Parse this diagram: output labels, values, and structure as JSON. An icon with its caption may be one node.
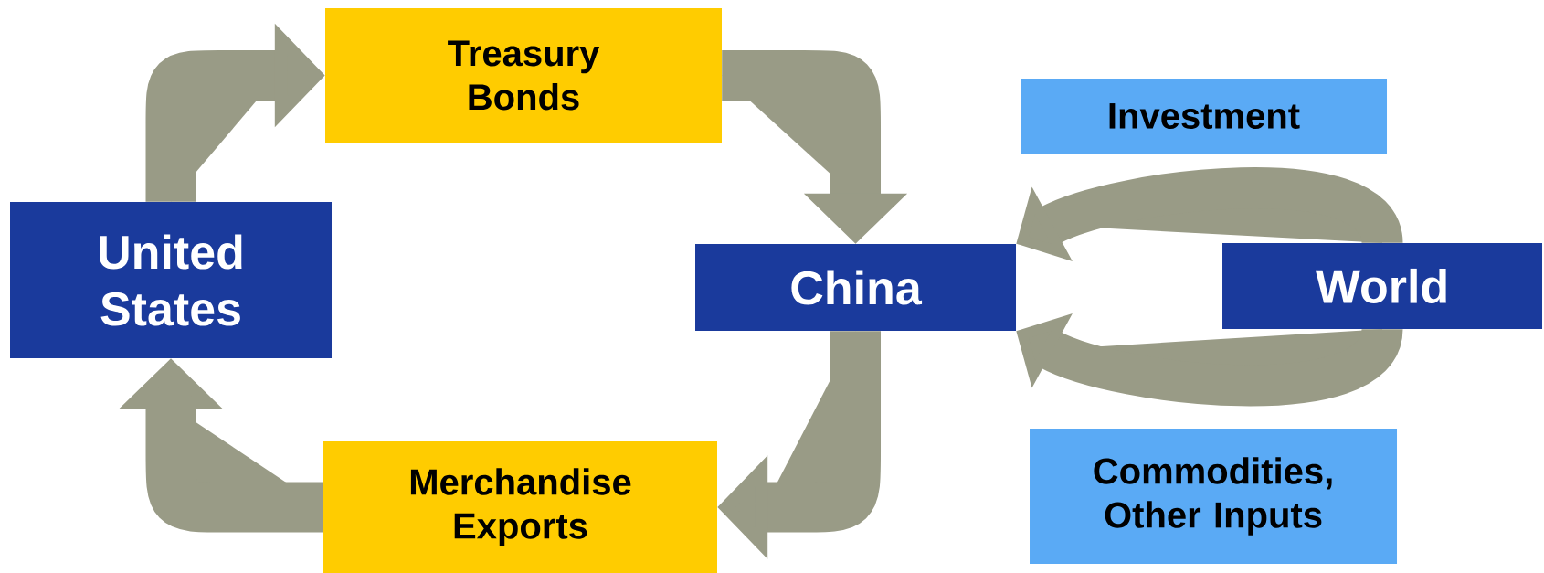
{
  "diagram": {
    "nodes": [
      {
        "text": [
          "Treasury Bonds"
        ]
      },
      {
        "text": [
          "Investment"
        ]
      },
      {
        "text": [
          "United States"
        ]
      },
      {
        "text": [
          "China"
        ]
      },
      {
        "text": [
          "World"
        ]
      },
      {
        "text": [
          "Merchandise Exports"
        ]
      },
      {
        "text": [
          "Commodities, Other Inputs"
        ]
      }
    ],
    "edges": [
      {
        "from": 2,
        "to": 0,
        "arrow": "to"
      },
      {
        "from": 0,
        "to": 3,
        "arrow": "to"
      },
      {
        "from": 3,
        "to": 5,
        "arrow": "to"
      },
      {
        "from": 5,
        "to": 2,
        "arrow": "to"
      },
      {
        "from": 4,
        "to": 3,
        "arrow": "to"
      },
      {
        "from": 4,
        "to": 3,
        "arrow": "to"
      }
    ]
  }
}
